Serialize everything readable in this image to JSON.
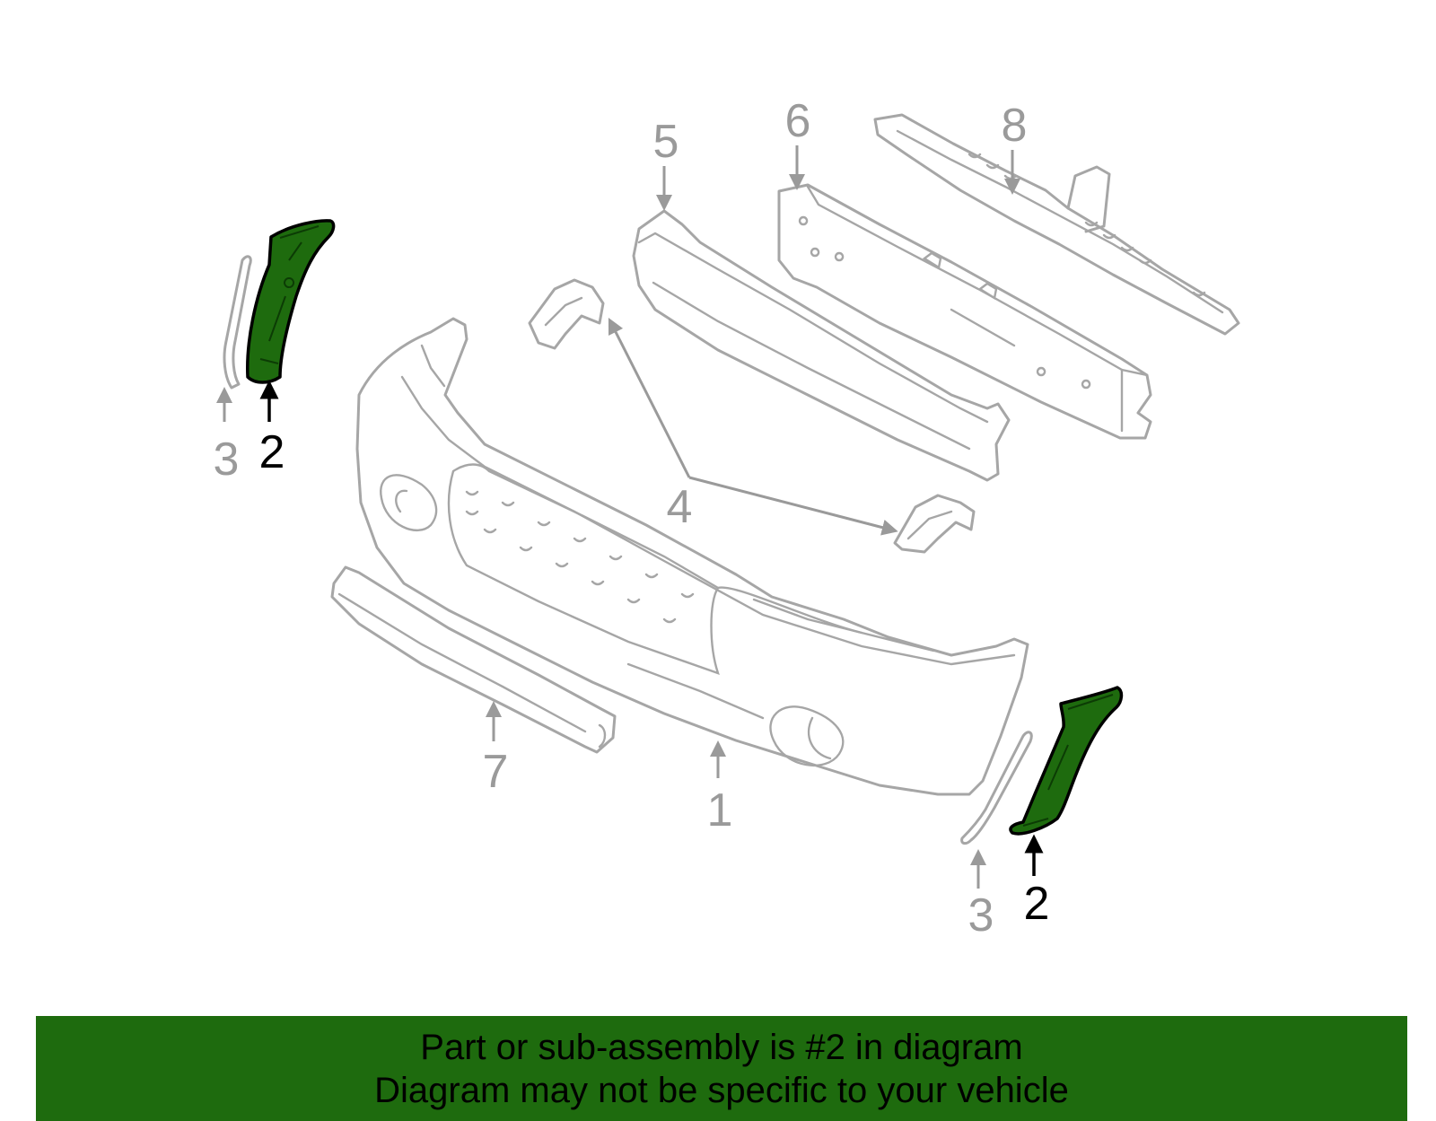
{
  "callouts": {
    "c1": "1",
    "c2_left": "2",
    "c2_right": "2",
    "c3_left": "3",
    "c3_right": "3",
    "c4": "4",
    "c5": "5",
    "c6": "6",
    "c7": "7",
    "c8": "8"
  },
  "highlight_color": "#1e6b0e",
  "caption": {
    "line1": "Part or sub-assembly is #2 in diagram",
    "line2": "Diagram may not be specific to your vehicle"
  }
}
